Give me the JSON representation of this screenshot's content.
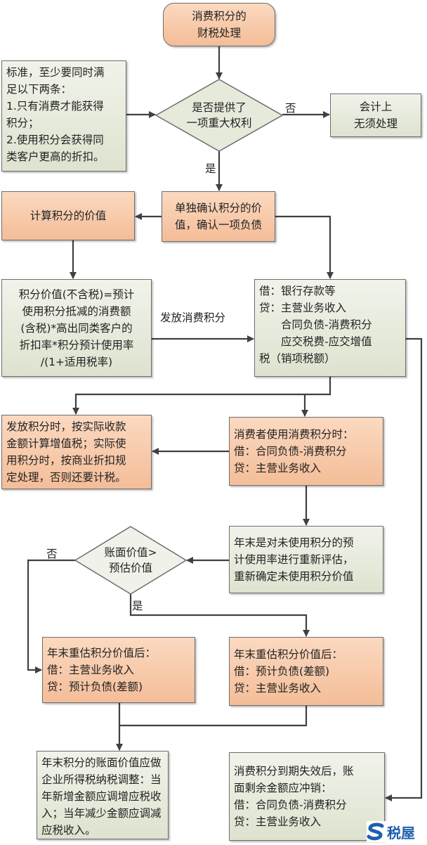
{
  "title": [
    "消费积分的",
    "财税处理"
  ],
  "criteria_note": [
    "标准，至少要同时满",
    "足以下两条：",
    "1.只有消费才能获得",
    "积分；",
    "2.使用积分会获得同",
    "类客户更高的折扣。"
  ],
  "decision1": {
    "text": [
      "是否提供了",
      "一项重大权利"
    ],
    "no_label": "否",
    "yes_label": "是"
  },
  "no_treatment": [
    "会计上",
    "无须处理"
  ],
  "recognize_liability": [
    "单独确认积分的价",
    "值，确认一项负债"
  ],
  "calc_value": "计算积分的价值",
  "formula": [
    "积分价值(不含税)=预计",
    "使用积分抵减的消费额",
    "(含税)*高出同类客户的",
    "折扣率*积分预计使用率",
    "/(1+适用税率)"
  ],
  "issue_label": "发放消费积分",
  "issue_entry": [
    "借：银行存款等",
    "贷：主营业务收入",
    "　　合同负债-消费积分",
    "　　应交税费-应交增值",
    "税（销项税额）"
  ],
  "vat_note": [
    "发放积分时，按实际收款",
    "金额计算增值税；实际使",
    "用积分时，按商业折扣规",
    "定处理，否则还要计税。"
  ],
  "use_entry": [
    "消费者使用消费积分时：",
    "借：合同负债-消费积分",
    "贷：主营业务收入"
  ],
  "year_end_review": [
    "年末是对未使用积分的预",
    "计使用率进行重新评估，",
    "重新确定未使用积分价值"
  ],
  "decision2": {
    "text": [
      "账面价值>",
      "预估价值"
    ],
    "no_label": "否",
    "yes_label": "是"
  },
  "revalue_left": [
    "年末重估积分价值后：",
    "借：主营业务收入",
    "贷：预计负债(差额)"
  ],
  "revalue_right": [
    "年末重估积分价值后：",
    "借：预计负债(差额)",
    "贷：主营业务收入"
  ],
  "tax_adjust": [
    "年末积分的账面价值应做",
    "企业所得税纳税调整：当",
    "年新增金额应调增应税收",
    "入；当年减少金额应调减",
    "应税收入。"
  ],
  "expiry_entry": [
    "消费积分到期失效后，账",
    "面剩余金额应冲销：",
    "借：合同负债-消费积分",
    "贷：主营业务收入"
  ],
  "watermark": "税屋",
  "colors": {
    "orange": "#f8c9a8",
    "green": "#e8ecdf",
    "line": "#404040",
    "logo": "#1e5fae"
  }
}
